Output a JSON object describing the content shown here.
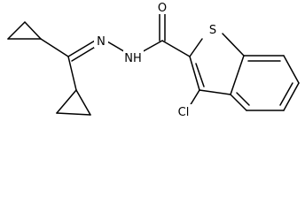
{
  "molecule": {
    "atoms": {
      "oxygen": "O",
      "nitrogen": "N",
      "amide_nitrogen": "NH",
      "sulfur": "S",
      "chlorine": "Cl"
    },
    "colors": {
      "bond": "#000000",
      "label": "#000000",
      "background": "#ffffff"
    }
  }
}
